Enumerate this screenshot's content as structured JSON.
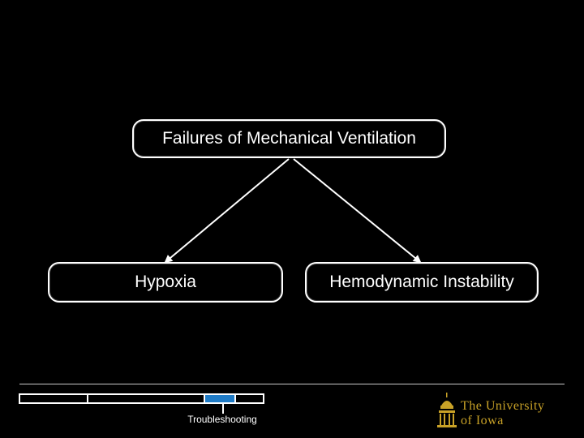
{
  "diagram": {
    "root_label": "Failures of Mechanical Ventilation",
    "child_left_label": "Hypoxia",
    "child_right_label": "Hemodynamic Instability"
  },
  "footer": {
    "progress_label": "Troubleshooting",
    "progress_colors": {
      "border": "#ffffff",
      "highlight": "#1f7bc6"
    },
    "logo": {
      "line1": "The University",
      "line2": "of Iowa",
      "color": "#c9a227",
      "icon": "old-capitol-dome-icon"
    }
  }
}
